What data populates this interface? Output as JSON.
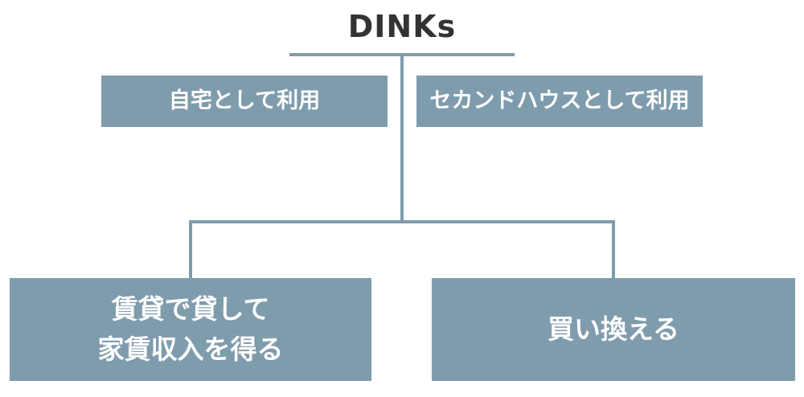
{
  "diagram": {
    "root": {
      "label": "DINKs"
    },
    "top_options": [
      {
        "label": "自宅として利用"
      },
      {
        "label": "セカンドハウスとして利用"
      }
    ],
    "bottom_options": [
      {
        "lines": [
          "賃貸で貸して",
          "家賃収入を得る"
        ]
      },
      {
        "lines": [
          "買い換える"
        ]
      }
    ],
    "colors": {
      "box_fill": "#7f9cad",
      "box_text": "#ffffff",
      "title_text": "#333333",
      "connector": "#7f9cad"
    }
  }
}
